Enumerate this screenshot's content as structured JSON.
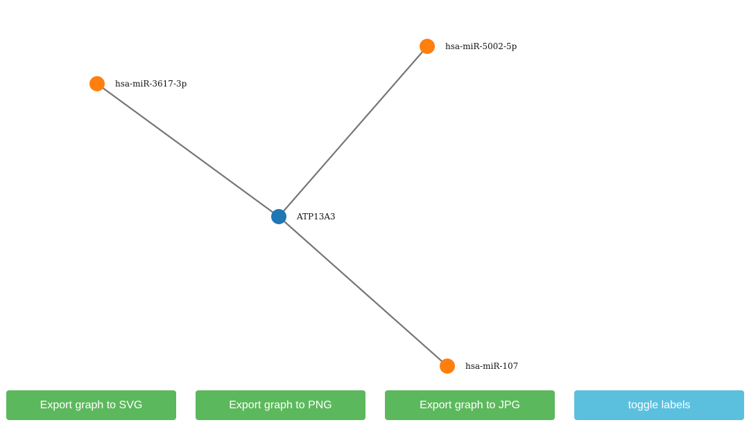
{
  "graph": {
    "nodes": [
      {
        "id": "ATP13A3",
        "label": "ATP13A3",
        "type": "gene",
        "color": "#1f77b4"
      },
      {
        "id": "hsa-miR-3617-3p",
        "label": "hsa-miR-3617-3p",
        "type": "mirna",
        "color": "#ff7f0e"
      },
      {
        "id": "hsa-miR-5002-5p",
        "label": "hsa-miR-5002-5p",
        "type": "mirna",
        "color": "#ff7f0e"
      },
      {
        "id": "hsa-miR-107",
        "label": "hsa-miR-107",
        "type": "mirna",
        "color": "#ff7f0e"
      }
    ],
    "edges": [
      {
        "source": "ATP13A3",
        "target": "hsa-miR-3617-3p"
      },
      {
        "source": "ATP13A3",
        "target": "hsa-miR-5002-5p"
      },
      {
        "source": "ATP13A3",
        "target": "hsa-miR-107"
      }
    ],
    "colors": {
      "edge": "#757575",
      "gene": "#1f77b4",
      "mirna": "#ff7f0e"
    }
  },
  "buttons": {
    "export_svg": "Export graph to SVG",
    "export_png": "Export graph to PNG",
    "export_jpg": "Export graph to JPG",
    "toggle_labels": "toggle labels"
  },
  "button_colors": {
    "export": "#5cb85c",
    "toggle": "#5bc0de"
  }
}
